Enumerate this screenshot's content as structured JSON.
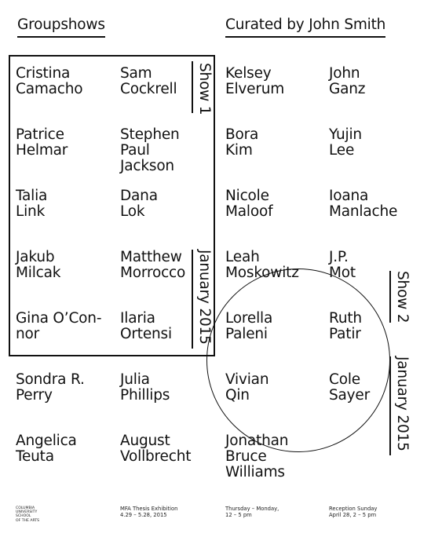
{
  "header": {
    "left_title": "Groupshows",
    "right_title": "Curated by John Smith"
  },
  "artists": [
    "Cristina\nCamacho",
    "Sam\nCockrell",
    "Kelsey\nElverum",
    "John\nGanz",
    "Patrice\nHelmar",
    "Stephen\nPaul\nJackson",
    "Bora\nKim",
    "Yujin\nLee",
    "Talia\nLink",
    "Dana\nLok",
    "Nicole\nMaloof",
    "Ioana\nManlache",
    "Jakub\nMilcak",
    "Matthew\nMorrocco",
    "Leah\nMoskowitz",
    "J.P.\nMot",
    "Gina O’Con-\nnor",
    "Ilaria\nOrtensi",
    "Lorella\nPaleni",
    "Ruth\nPatir",
    "Sondra R.\nPerry",
    "Julia\nPhillips",
    "Vivian\nQin",
    "Cole\nSayer",
    "Angelica\nTeuta",
    "August\nVollbrecht",
    "Jonathan\nBruce\nWilliams"
  ],
  "show1": {
    "label": "Show 1",
    "date": "January 2015"
  },
  "show2": {
    "label": "Show 2",
    "date": "January 2015"
  },
  "footer": {
    "logo": "Columbia\nUniversity\nSchool\nof the Arts",
    "exhibition": "MFA Thesis Exhibition\n4.29 – 5.28, 2015",
    "hours": "Thursday – Monday,\n12 – 5 pm",
    "reception": "Reception Sunday\nApril 28, 2 – 5 pm"
  }
}
